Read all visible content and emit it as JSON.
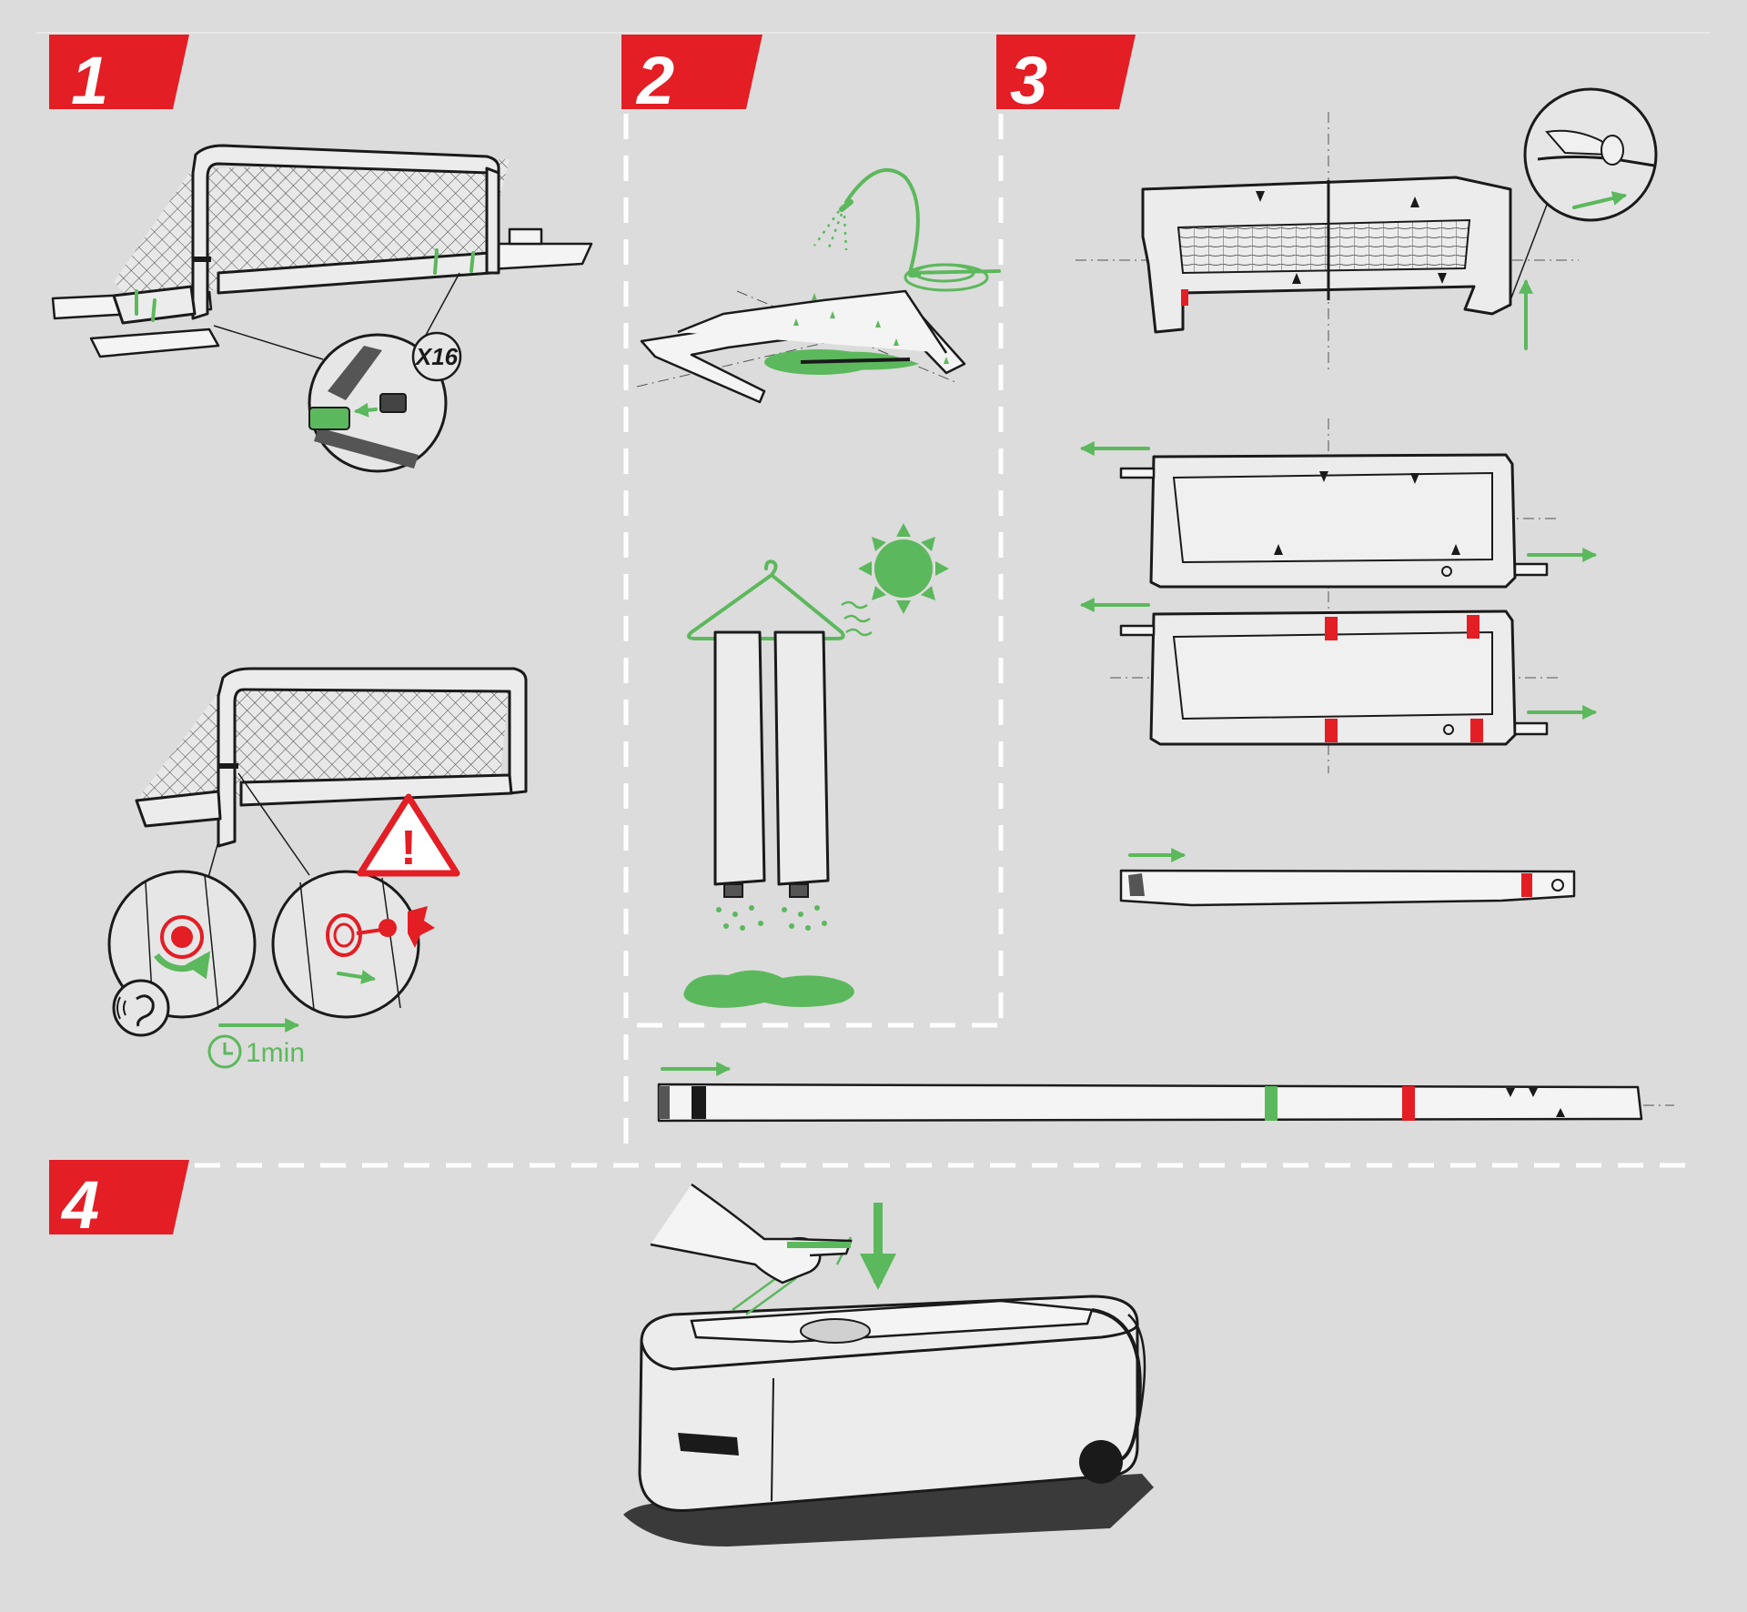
{
  "steps": [
    {
      "label": "1"
    },
    {
      "label": "2"
    },
    {
      "label": "3"
    },
    {
      "label": "4"
    }
  ],
  "step1": {
    "quantity_tag": "X16",
    "deflate_time": "1min",
    "warning_symbol": "!"
  },
  "colors": {
    "accent_red": "#e31e24",
    "accent_green": "#5cb85c",
    "background": "#dcdcdc",
    "line": "#1a1a1a"
  },
  "icons": [
    "clock-icon",
    "ear-icon",
    "warning-icon",
    "sun-icon",
    "hanger-icon",
    "water-spray-icon",
    "hand-icon"
  ]
}
